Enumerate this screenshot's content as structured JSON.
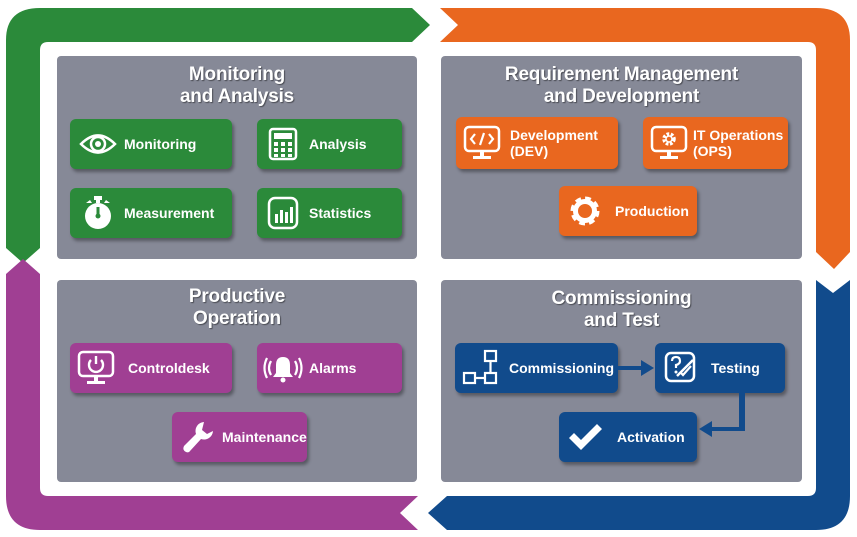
{
  "colors": {
    "green": "#2b8a3a",
    "orange": "#e9671f",
    "purple": "#a03f93",
    "blue": "#114b8c",
    "panel": "#868997"
  },
  "quadrants": {
    "monitoring": {
      "title_line1": "Monitoring",
      "title_line2": "and Analysis",
      "tiles": [
        {
          "label": "Monitoring",
          "icon": "eye-icon"
        },
        {
          "label": "Analysis",
          "icon": "calculator-icon"
        },
        {
          "label": "Measurement",
          "icon": "stopwatch-icon"
        },
        {
          "label": "Statistics",
          "icon": "bar-chart-icon"
        }
      ]
    },
    "requirement": {
      "title_line1": "Requirement Management",
      "title_line2": "and Development",
      "tiles": [
        {
          "label_line1": "Development",
          "label_line2": "(DEV)",
          "icon": "code-monitor-icon"
        },
        {
          "label_line1": "IT Operations",
          "label_line2": "(OPS)",
          "icon": "gear-monitor-icon"
        },
        {
          "label": "Production",
          "icon": "gear-icon"
        }
      ]
    },
    "productive": {
      "title_line1": "Productive",
      "title_line2": "Operation",
      "tiles": [
        {
          "label": "Controldesk",
          "icon": "power-monitor-icon"
        },
        {
          "label": "Alarms",
          "icon": "alarm-bell-icon"
        },
        {
          "label": "Maintenance",
          "icon": "wrench-icon"
        }
      ]
    },
    "commissioning": {
      "title_line1": "Commissioning",
      "title_line2": "and Test",
      "tiles": [
        {
          "label": "Commissioning",
          "icon": "flowchart-icon"
        },
        {
          "label": "Testing",
          "icon": "checklist-icon"
        },
        {
          "label": "Activation",
          "icon": "checkmark-icon"
        }
      ]
    }
  }
}
